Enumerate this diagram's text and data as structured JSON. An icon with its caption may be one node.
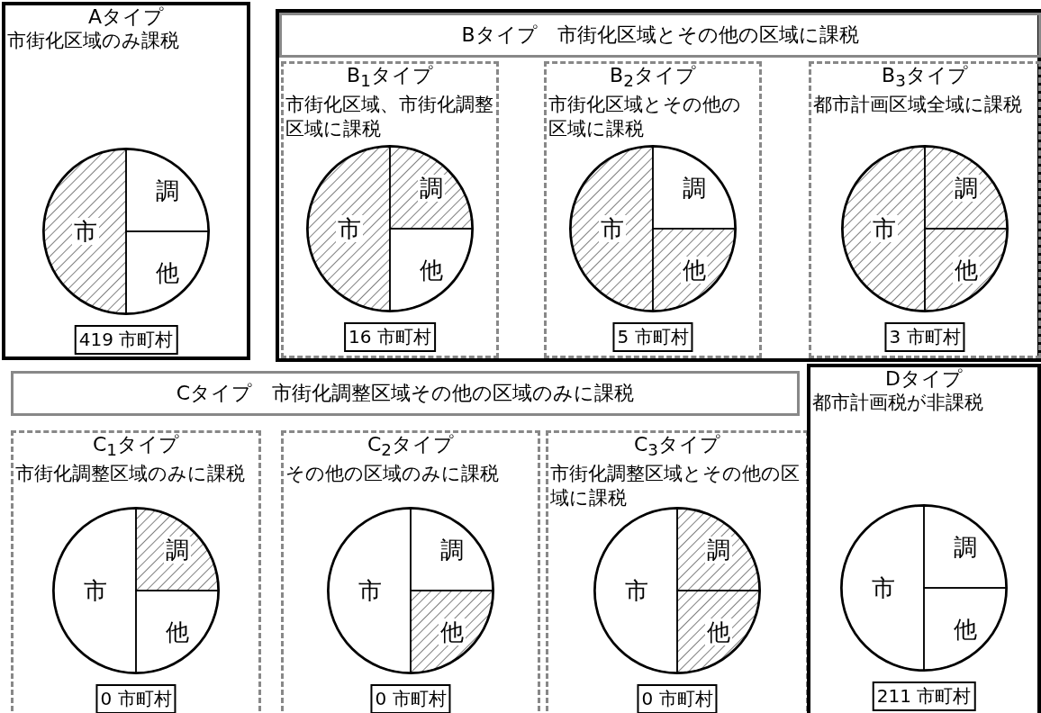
{
  "diagram": {
    "nodes": [
      {
        "text": [
          "Aタイプ",
          "市街化区域のみ課税"
        ]
      },
      {
        "text": [],
        "shape": "circle",
        "in": 0
      },
      {
        "text": [
          "市"
        ],
        "in": 1
      },
      {
        "text": [
          "調"
        ],
        "in": 1
      },
      {
        "text": [
          "他"
        ],
        "in": 1
      },
      {
        "text": [
          "419 市町村"
        ],
        "in": 0
      },
      {
        "text": [],
        "shape": "box"
      },
      {
        "text": [
          "Bタイプ　市街化区域とその他の区域に課税"
        ],
        "in": 6
      },
      {
        "text": [
          "B$_{1}$タイプ",
          "市街化区域、市街化調整区域に課税"
        ],
        "in": 6
      },
      {
        "text": [],
        "shape": "circle",
        "in": 8
      },
      {
        "text": [
          "市"
        ],
        "in": 9
      },
      {
        "text": [
          "調"
        ],
        "in": 9
      },
      {
        "text": [
          "他"
        ],
        "in": 9
      },
      {
        "text": [
          "16 市町村"
        ],
        "in": 8
      },
      {
        "text": [
          "B$_{2}$タイプ",
          "市街化区域とその他の区域に課税"
        ],
        "in": 6
      },
      {
        "text": [],
        "shape": "circle",
        "in": 14
      },
      {
        "text": [
          "市"
        ],
        "in": 15
      },
      {
        "text": [
          "調"
        ],
        "in": 15
      },
      {
        "text": [
          "他"
        ],
        "in": 15
      },
      {
        "text": [
          "5 市町村"
        ],
        "in": 14
      },
      {
        "text": [
          "B$_{3}$タイプ",
          "都市計画区域全域に課税"
        ],
        "in": 6
      },
      {
        "text": [],
        "shape": "circle",
        "in": 20
      },
      {
        "text": [
          "市"
        ],
        "in": 21
      },
      {
        "text": [
          "調"
        ],
        "in": 21
      },
      {
        "text": [
          "他"
        ],
        "in": 21
      },
      {
        "text": [
          "3 市町村"
        ],
        "in": 20
      },
      {
        "text": [
          "Cタイプ　市街化調整区域その他の区域のみに課税"
        ]
      },
      {
        "text": [
          "C$_{1}$タイプ",
          "市街化調整区域のみに課税"
        ]
      },
      {
        "text": [],
        "shape": "circle",
        "in": 27
      },
      {
        "text": [
          "市"
        ],
        "in": 28
      },
      {
        "text": [
          "調"
        ],
        "in": 28
      },
      {
        "text": [
          "他"
        ],
        "in": 28
      },
      {
        "text": [
          "0 市町村"
        ],
        "in": 27
      },
      {
        "text": [
          "C$_{2}$タイプ",
          "その他の区域のみに課税"
        ]
      },
      {
        "text": [],
        "shape": "circle",
        "in": 33
      },
      {
        "text": [
          "市"
        ],
        "in": 34
      },
      {
        "text": [
          "調"
        ],
        "in": 34
      },
      {
        "text": [
          "他"
        ],
        "in": 34
      },
      {
        "text": [
          "0 市町村"
        ],
        "in": 33
      },
      {
        "text": [
          "C$_{3}$タイプ",
          "市街化調整区域とその他の区域に課税"
        ]
      },
      {
        "text": [],
        "shape": "circle",
        "in": 39
      },
      {
        "text": [
          "市"
        ],
        "in": 40
      },
      {
        "text": [
          "調"
        ],
        "in": 40
      },
      {
        "text": [
          "他"
        ],
        "in": 40
      },
      {
        "text": [
          "0 市町村"
        ],
        "in": 39
      },
      {
        "text": [
          "Dタイプ",
          "都市計画税が非課税"
        ]
      },
      {
        "text": [],
        "shape": "circle",
        "in": 45
      },
      {
        "text": [
          "市"
        ],
        "in": 46
      },
      {
        "text": [
          "調"
        ],
        "in": 46
      },
      {
        "text": [
          "他"
        ],
        "in": 46
      },
      {
        "text": [
          "211 市町村"
        ],
        "in": 45
      }
    ]
  }
}
